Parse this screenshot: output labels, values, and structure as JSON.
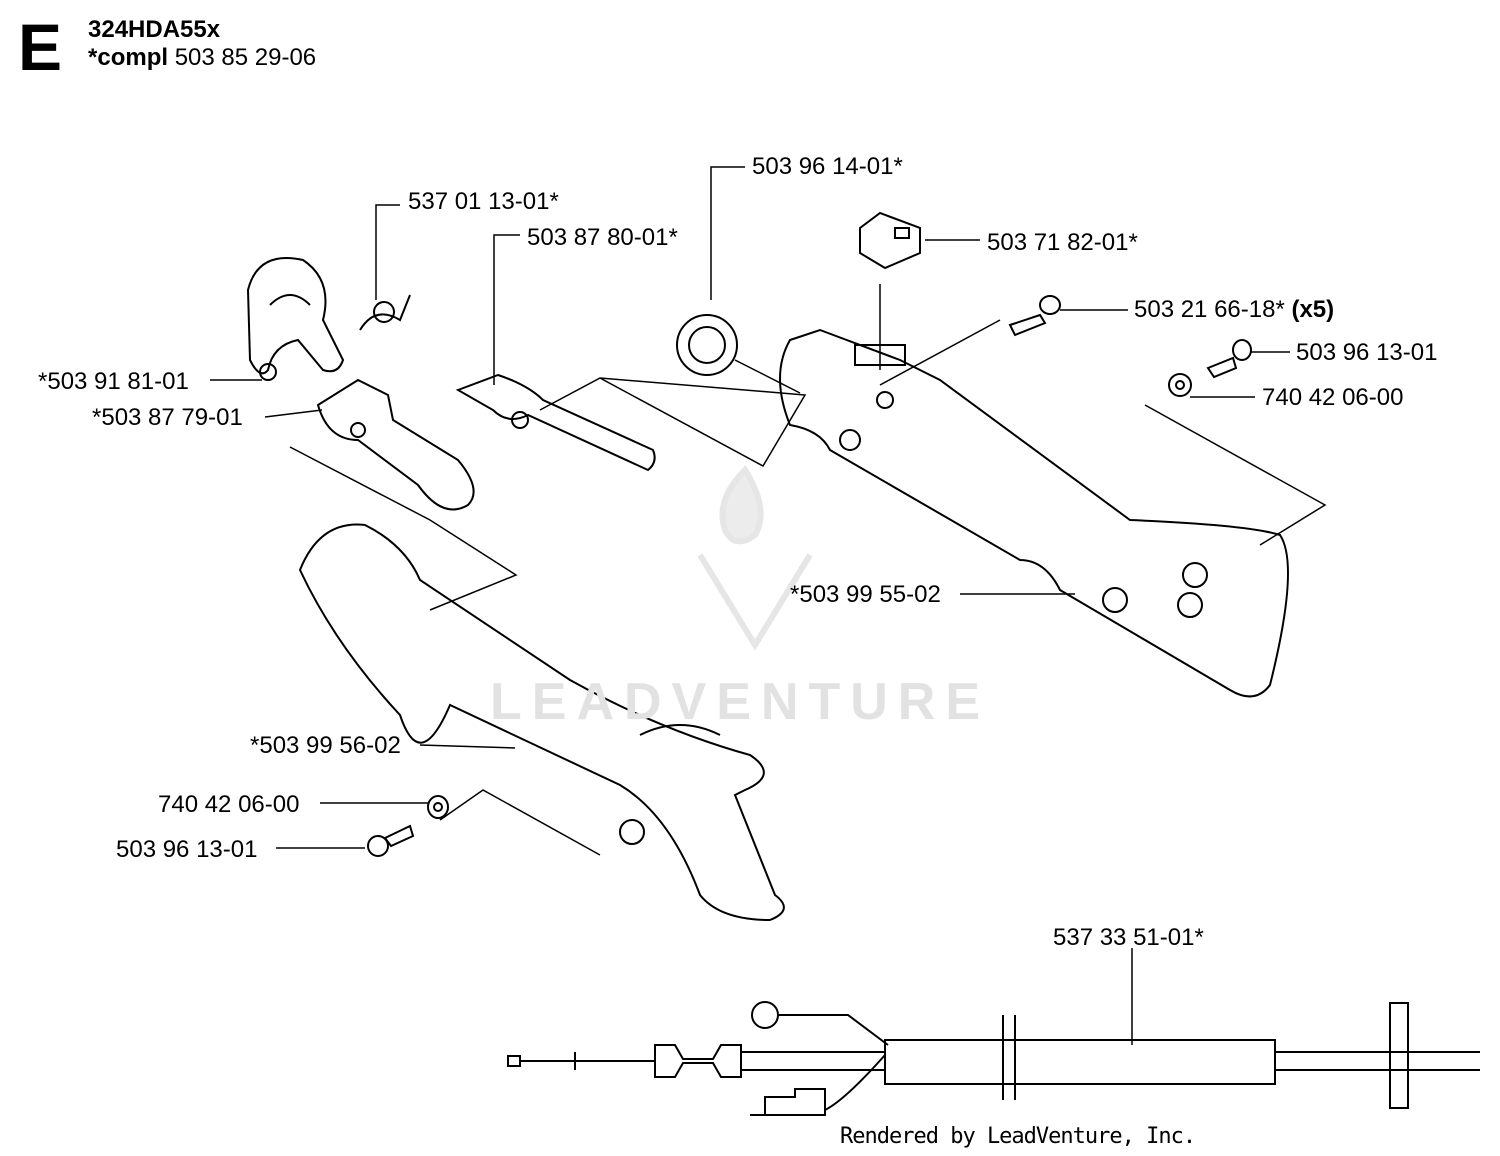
{
  "header": {
    "section_letter": "E",
    "model": "324HDA55x",
    "compl_prefix": "*compl",
    "compl_number": "503 85 29-06"
  },
  "parts": [
    {
      "id": "p1",
      "label": "537 01 13-01*"
    },
    {
      "id": "p2",
      "label": "503 87 80-01*"
    },
    {
      "id": "p3",
      "label": "503 96 14-01*"
    },
    {
      "id": "p4",
      "label": "503 71 82-01*"
    },
    {
      "id": "p5",
      "label": "503 21 66-18*",
      "qty": "(x5)"
    },
    {
      "id": "p6",
      "label": "503 96 13-01"
    },
    {
      "id": "p7",
      "label": "740 42 06-00"
    },
    {
      "id": "p8",
      "label": "*503 91 81-01"
    },
    {
      "id": "p9",
      "label": "*503 87 79-01"
    },
    {
      "id": "p10",
      "label": "*503 99 55-02"
    },
    {
      "id": "p11",
      "label": "*503 99 56-02"
    },
    {
      "id": "p12",
      "label": "740 42 06-00"
    },
    {
      "id": "p13",
      "label": "503 96 13-01"
    },
    {
      "id": "p14",
      "label": "537 33 51-01*"
    }
  ],
  "watermark": "LEADVENTURE",
  "credit": "Rendered by LeadVenture, Inc."
}
